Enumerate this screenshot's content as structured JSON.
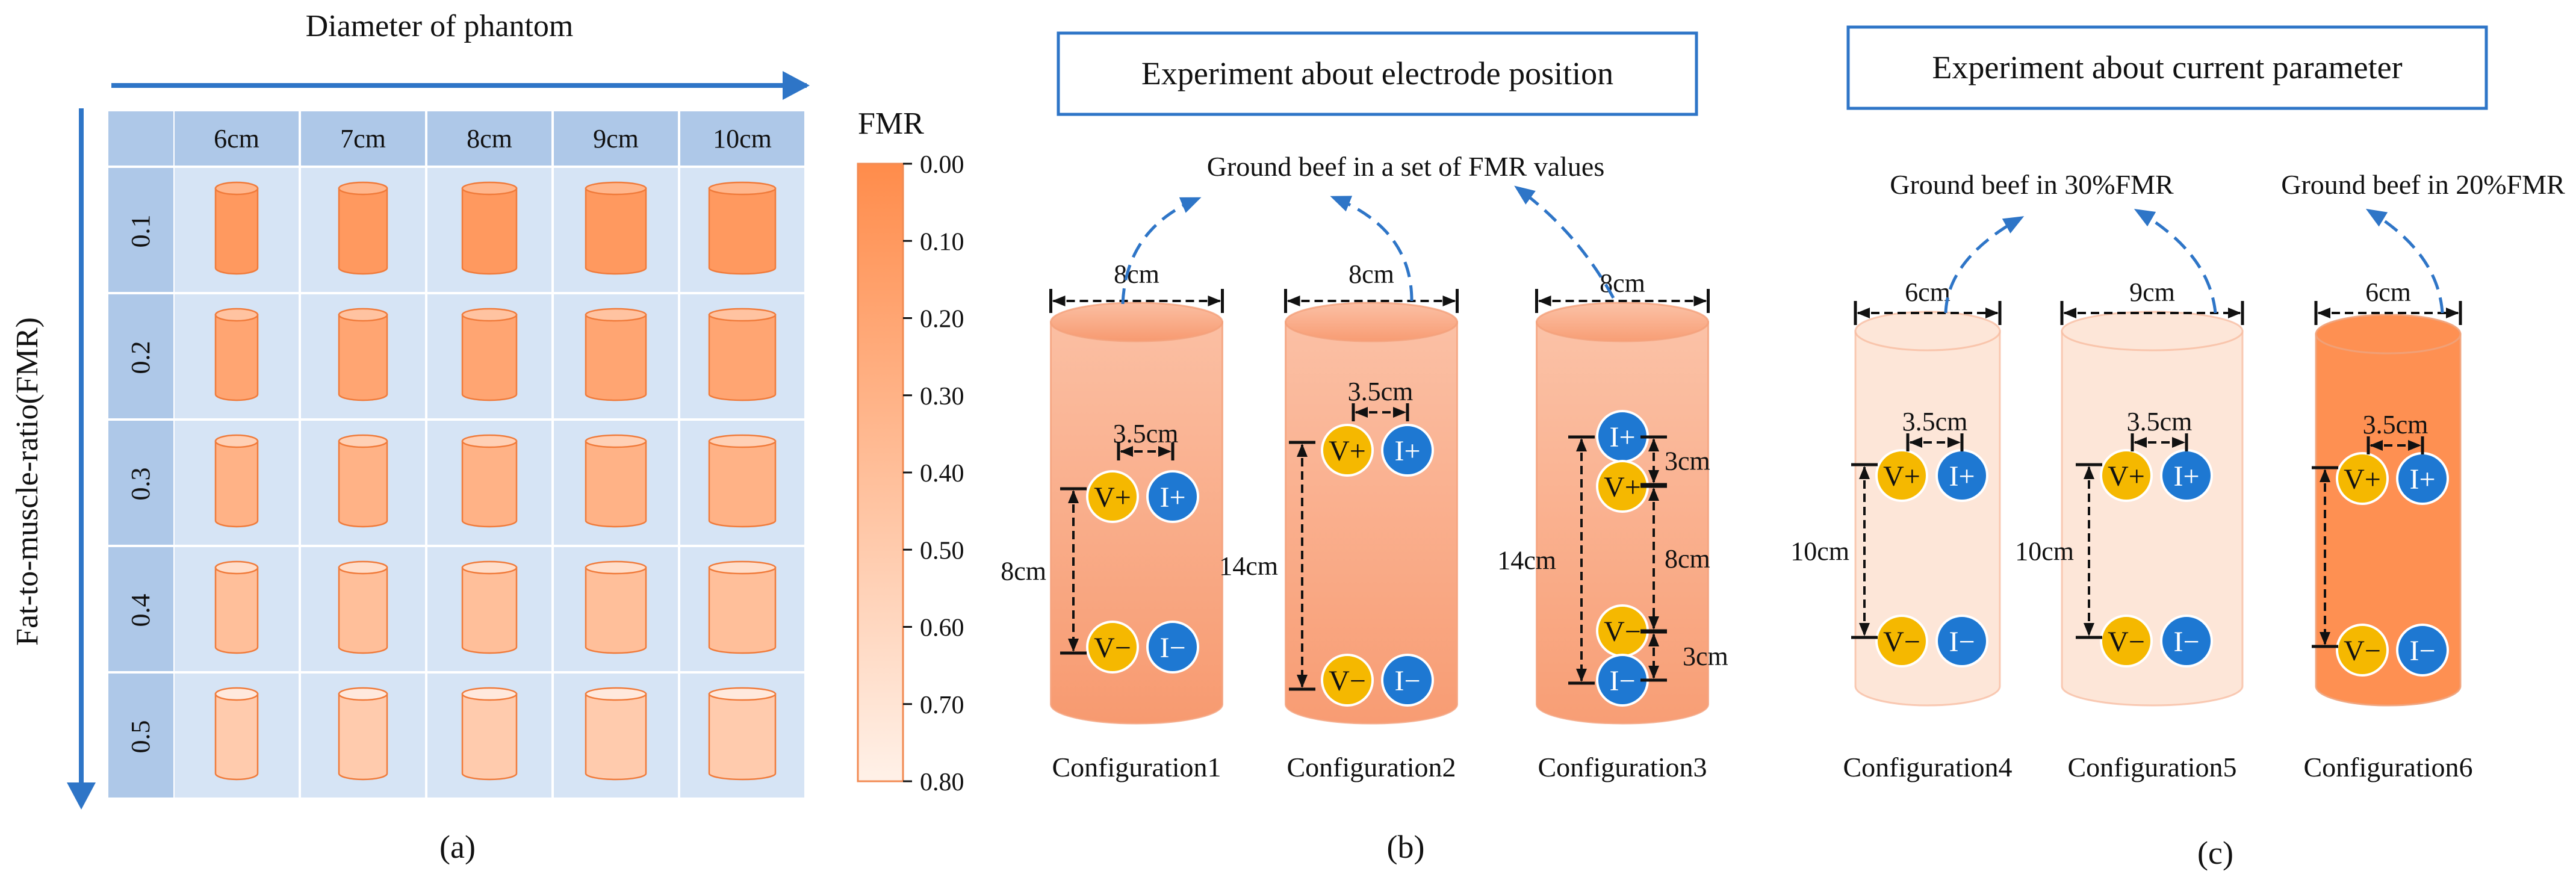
{
  "colors": {
    "accent_blue": "#2E75C7",
    "fmr_orange_full": "#FF8C4B",
    "fmr_orange_light": "#FFF1E8",
    "grid_header": "#AEC8E8",
    "grid_cell": "#D6E4F5",
    "electrode_voltage": "#F5B800",
    "electrode_current": "#1E78D2"
  },
  "panel_a": {
    "x_title": "Diameter of phantom",
    "y_title": "Fat-to-muscle-ratio(FMR)",
    "diameters": [
      "6cm",
      "7cm",
      "8cm",
      "9cm",
      "10cm"
    ],
    "fmr_rows": [
      "0.1",
      "0.2",
      "0.3",
      "0.4",
      "0.5"
    ],
    "fmr_values": [
      0.1,
      0.2,
      0.3,
      0.4,
      0.5
    ],
    "caption": "(a)"
  },
  "colorbar": {
    "title": "FMR",
    "ticks": [
      "0.00",
      "0.10",
      "0.20",
      "0.30",
      "0.40",
      "0.50",
      "0.60",
      "0.70",
      "0.80"
    ],
    "range": [
      0,
      0.8
    ]
  },
  "panel_b": {
    "header": "Experiment about electrode position",
    "beef_label": "Ground beef in a set of FMR values",
    "caption": "(b)",
    "configs": [
      {
        "name": "Configuration1",
        "diameter": "8cm",
        "gap": "3.5cm",
        "vv_dist": "8cm"
      },
      {
        "name": "Configuration2",
        "diameter": "8cm",
        "gap": "3.5cm",
        "vv_dist": "14cm"
      },
      {
        "name": "Configuration3",
        "diameter": "8cm",
        "top_gap": "3cm",
        "vv_dist": "8cm",
        "bottom_gap": "3cm",
        "ii_dist": "14cm"
      }
    ]
  },
  "panel_c": {
    "header": "Experiment about current parameter",
    "beef_30": "Ground beef in 30%FMR",
    "beef_20": "Ground beef in 20%FMR",
    "caption": "(c)",
    "configs": [
      {
        "name": "Configuration4",
        "diameter": "6cm",
        "gap": "3.5cm",
        "vv_dist": "10cm",
        "fmr": 0.3
      },
      {
        "name": "Configuration5",
        "diameter": "9cm",
        "gap": "3.5cm",
        "vv_dist": "10cm",
        "fmr": 0.3
      },
      {
        "name": "Configuration6",
        "diameter": "6cm",
        "gap": "3.5cm",
        "vv_dist": "",
        "fmr": 0.2
      }
    ]
  },
  "electrodes": {
    "v_plus": "V+",
    "v_minus": "V−",
    "i_plus": "I+",
    "i_minus": "I−"
  }
}
